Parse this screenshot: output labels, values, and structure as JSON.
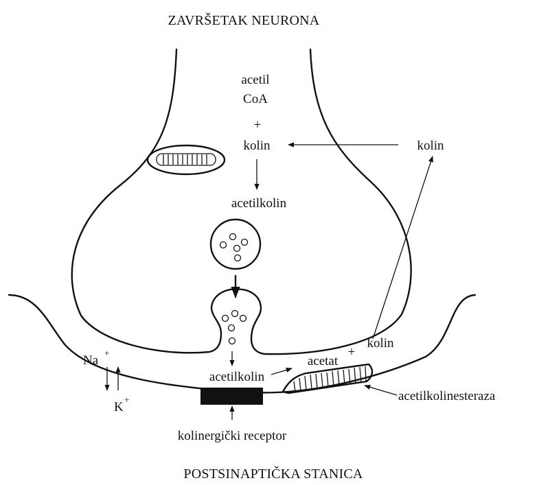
{
  "titles": {
    "top": "ZAVRŠETAK NEURONA",
    "bottom": "POSTSINAPTIČKA STANICA"
  },
  "labels": {
    "acetil": "acetil",
    "coa": "CoA",
    "plus1": "+",
    "kolin_inside": "kolin",
    "kolin_right": "kolin",
    "acetilkolin_upper": "acetilkolin",
    "acetilkolin_lower": "acetilkolin",
    "acetat": "acetat",
    "plus2": "+",
    "kolin_cleft": "kolin",
    "acetilkolinesteraza": "acetilkolinesteraza",
    "receptor": "kolinergički receptor",
    "na": "Na",
    "na_charge": "+",
    "k": "K",
    "k_charge": "+"
  },
  "icons": {
    "mitochondrion": "mitochondrion-icon",
    "vesicle": "vesicle-icon"
  },
  "colors": {
    "ink": "#111111",
    "background": "#ffffff"
  }
}
